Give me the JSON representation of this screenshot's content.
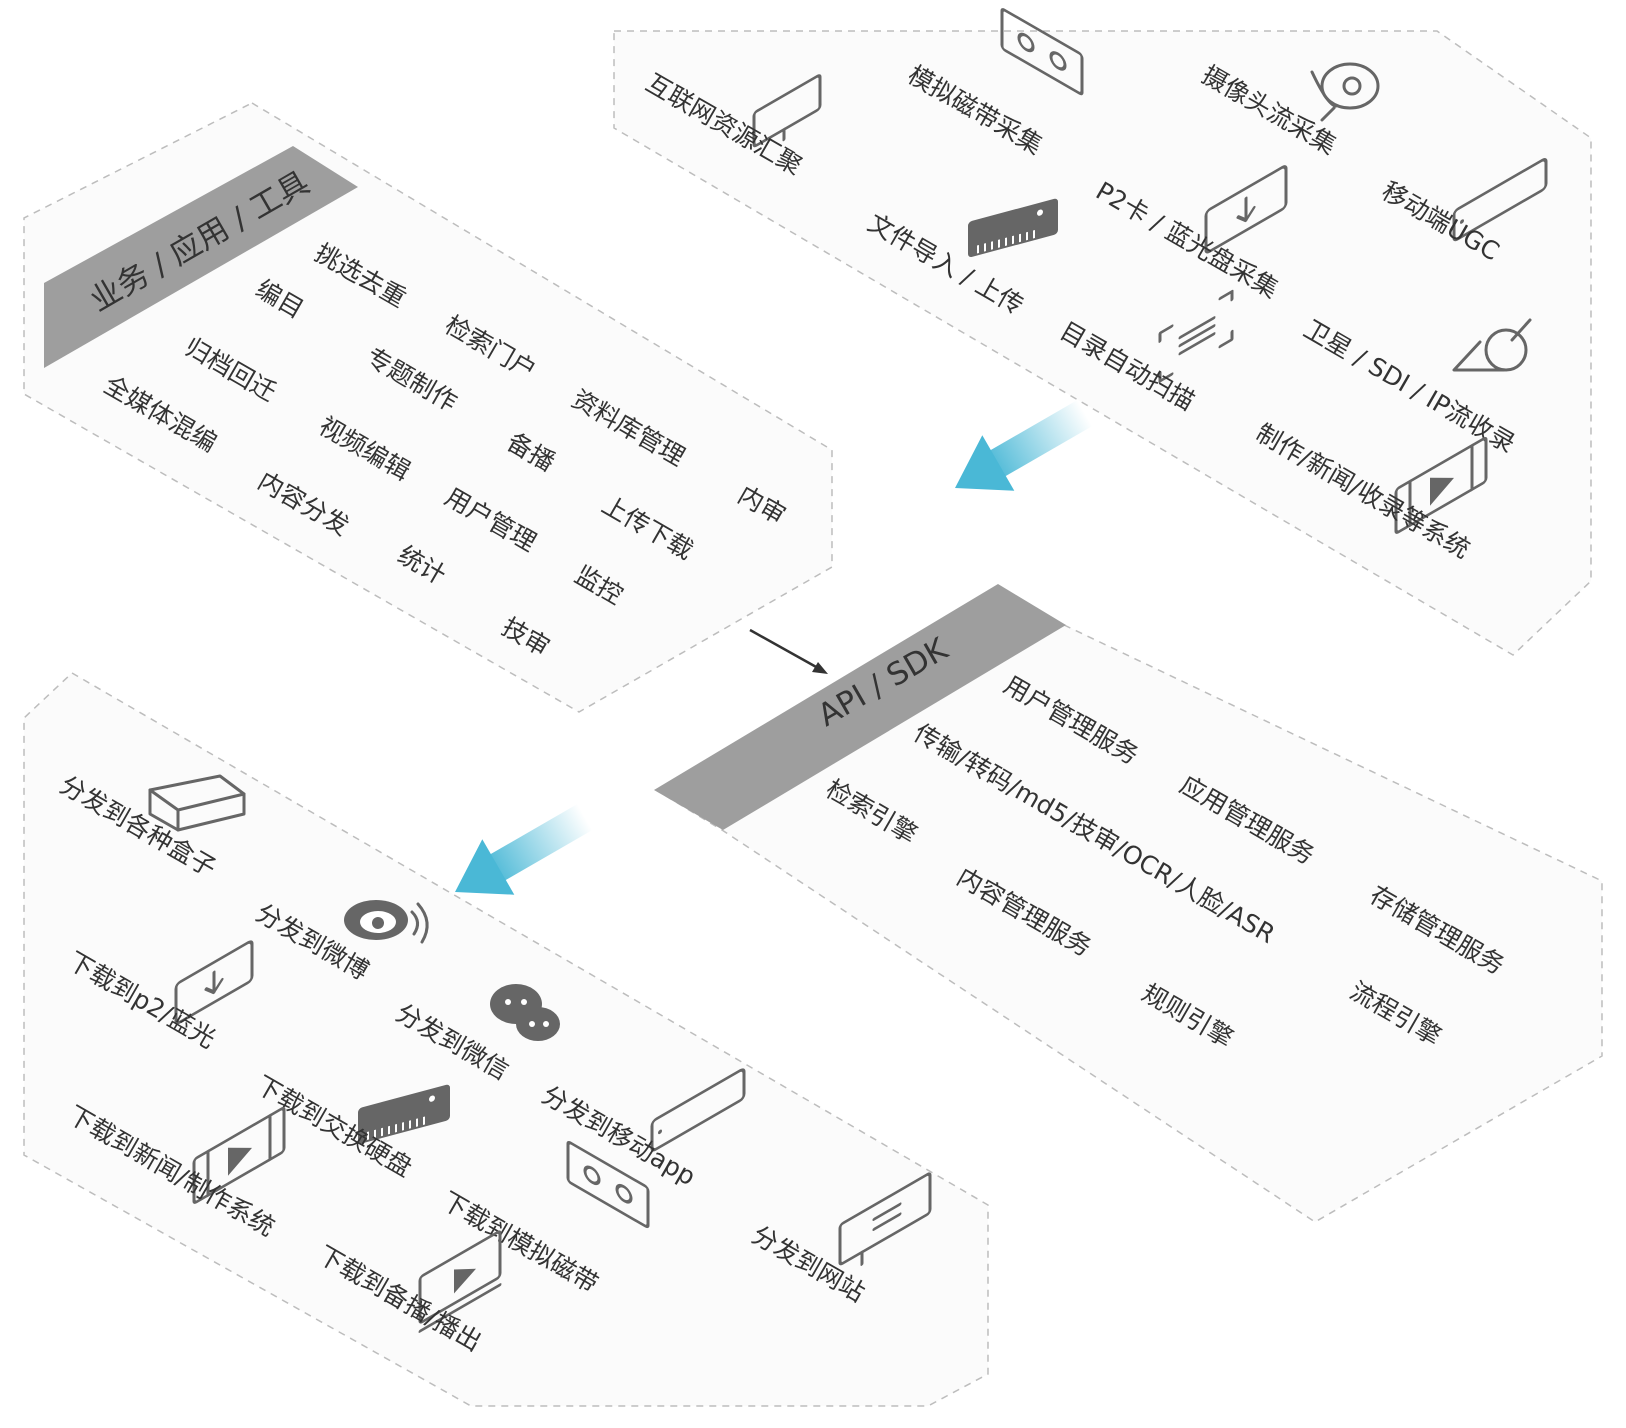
{
  "panels": {
    "tools": {
      "title": "业务 / 应用 / 工具",
      "items": [
        "挑选去重",
        "编目",
        "检索门户",
        "归档回迁",
        "专题制作",
        "资料库管理",
        "全媒体混编",
        "视频编辑",
        "备播",
        "内审",
        "内容分发",
        "用户管理",
        "上传下载",
        "统计",
        "监控",
        "技审"
      ]
    },
    "sources": {
      "items": [
        {
          "label": "互联网资源汇聚",
          "icon": "monitor-icon"
        },
        {
          "label": "模拟磁带采集",
          "icon": "tape-icon"
        },
        {
          "label": "摄像头流采集",
          "icon": "camera-icon"
        },
        {
          "label": "P2卡 / 蓝光盘采集",
          "icon": "card-download-icon"
        },
        {
          "label": "移动端UGC",
          "icon": "mobile-icon"
        },
        {
          "label": "文件导入 / 上传",
          "icon": "hard-disk-icon"
        },
        {
          "label": "目录自动扫描",
          "icon": "scan-icon"
        },
        {
          "label": "卫星 / SDI / IP流收录",
          "icon": "satellite-icon"
        },
        {
          "label": "制作/新闻/收录等系统",
          "icon": "film-icon"
        }
      ]
    },
    "api": {
      "title": "API / SDK",
      "items": [
        "用户管理服务",
        "传输/转码/md5/技审/OCR/人脸/ASR",
        "应用管理服务",
        "检索引擎",
        "内容管理服务",
        "存储管理服务",
        "规则引擎",
        "流程引擎"
      ]
    },
    "distribution": {
      "items": [
        {
          "label": "分发到各种盒子",
          "icon": "box-icon"
        },
        {
          "label": "分发到微博",
          "icon": "weibo-icon"
        },
        {
          "label": "下载到p2/蓝光",
          "icon": "card-download-icon"
        },
        {
          "label": "分发到微信",
          "icon": "wechat-icon"
        },
        {
          "label": "下载到交换硬盘",
          "icon": "hard-disk-icon"
        },
        {
          "label": "分发到移动app",
          "icon": "mobile-icon"
        },
        {
          "label": "下载到新闻/制作系统",
          "icon": "film-icon"
        },
        {
          "label": "下载到模拟磁带",
          "icon": "tape-icon"
        },
        {
          "label": "分发到网站",
          "icon": "website-icon"
        },
        {
          "label": "下载到备播/播出",
          "icon": "playout-icon"
        }
      ]
    }
  },
  "colors": {
    "banner": "#9e9e9e",
    "arrow": "#4ab8d6",
    "dash": "#bdbdbd"
  }
}
